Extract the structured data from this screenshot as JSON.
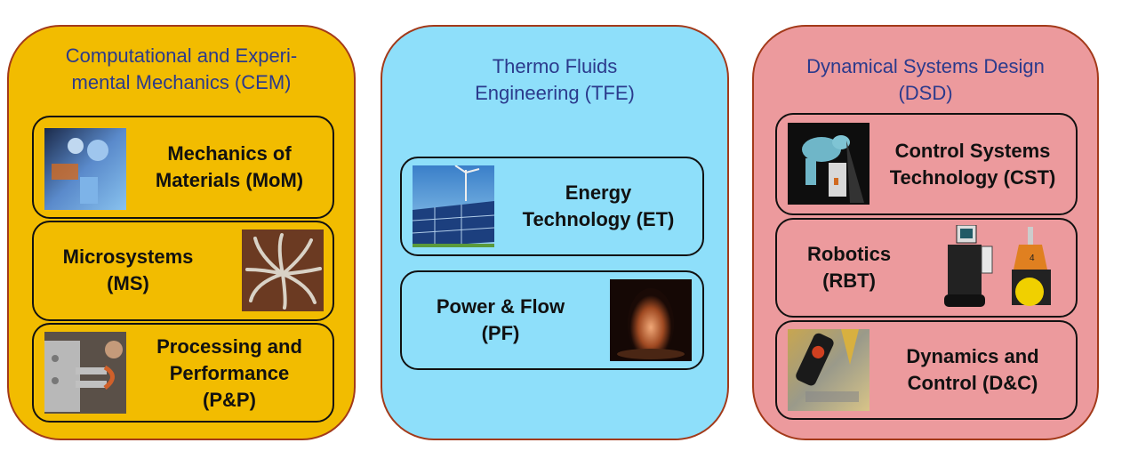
{
  "groups": [
    {
      "title_line1": "Computational and Experi-",
      "title_line2": "mental Mechanics (CEM)",
      "color": "#f2bc00",
      "sections": [
        {
          "line1": "Mechanics of",
          "line2": "Materials (MoM)",
          "image": "microscope-photo"
        },
        {
          "line1": "Microsystems",
          "line2": "(MS)",
          "image": "micro-structure-photo"
        },
        {
          "line1": "Processing and",
          "line2": "Performance",
          "line3": "(P&P)",
          "image": "lab-equipment-photo"
        }
      ]
    },
    {
      "title_line1": "Thermo Fluids",
      "title_line2": "Engineering (TFE)",
      "color": "#8edffa",
      "sections": [
        {
          "line1": "Energy",
          "line2": "Technology (ET)",
          "image": "solar-wind-photo"
        },
        {
          "line1": "Power & Flow",
          "line2": "(PF)",
          "image": "flame-photo"
        }
      ]
    },
    {
      "title_line1": "Dynamical Systems Design",
      "title_line2": "(DSD)",
      "color": "#ec9a9d",
      "sections": [
        {
          "line1": "Control Systems",
          "line2": "Technology (CST)",
          "image": "robot-arm-photo"
        },
        {
          "line1": "Robotics",
          "line2": "(RBT)",
          "image": "robots-photo"
        },
        {
          "line1": "Dynamics and",
          "line2": "Control (D&C)",
          "image": "phone-device-photo"
        }
      ]
    }
  ],
  "colors": {
    "title_text": "#2b3a8c",
    "border": "#a33a1a",
    "section_border": "#111111"
  }
}
